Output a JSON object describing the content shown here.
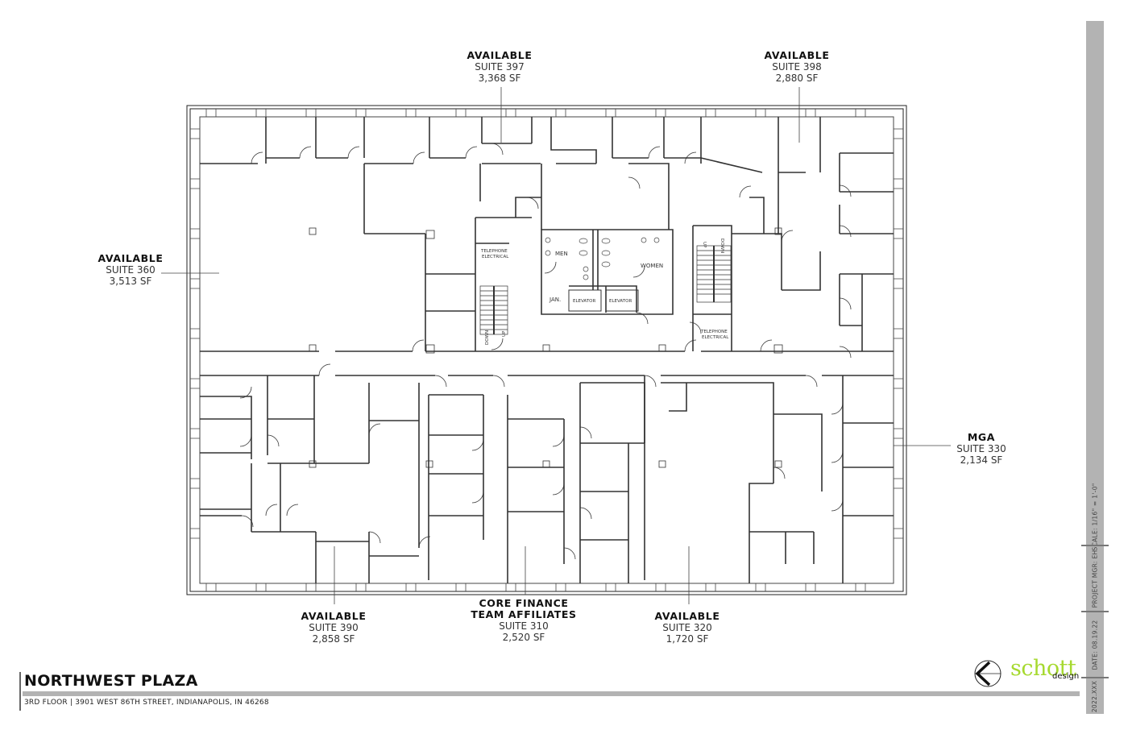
{
  "title_block": {
    "building": "NORTHWEST PLAZA",
    "address": "3RD FLOOR | 3901 WEST 86TH STREET, INDIANAPOLIS, IN 46268"
  },
  "logo": {
    "word": "schott",
    "sub": "design",
    "accent_color": "#a6d92f"
  },
  "sidebar": {
    "scale": "SCALE: 1/16\" = 1'-0\"",
    "project_mgr": "PROJECT MGR: EH",
    "date": "DATE: 08.19.22",
    "job": "2022.XXX"
  },
  "suites": [
    {
      "id": "397",
      "tenant": "AVAILABLE",
      "suite": "SUITE 397",
      "sf": "3,368 SF"
    },
    {
      "id": "398",
      "tenant": "AVAILABLE",
      "suite": "SUITE 398",
      "sf": "2,880 SF"
    },
    {
      "id": "360",
      "tenant": "AVAILABLE",
      "suite": "SUITE 360",
      "sf": "3,513 SF"
    },
    {
      "id": "330",
      "tenant": "MGA",
      "suite": "SUITE 330",
      "sf": "2,134 SF"
    },
    {
      "id": "390",
      "tenant": "AVAILABLE",
      "suite": "SUITE 390",
      "sf": "2,858 SF"
    },
    {
      "id": "310",
      "tenant": "CORE FINANCE",
      "tenant2": "TEAM AFFILIATES",
      "suite": "SUITE 310",
      "sf": "2,520 SF"
    },
    {
      "id": "320",
      "tenant": "AVAILABLE",
      "suite": "SUITE 320",
      "sf": "1,720 SF"
    }
  ],
  "core_rooms": {
    "men": "MEN",
    "women": "WOMEN",
    "jan": "JAN.",
    "elevator1": "ELEVATOR",
    "elevator2": "ELEVATOR",
    "tel1_a": "TELEPHONE",
    "tel1_b": "ELECTRICAL",
    "tel2_a": "TELEPHONE",
    "tel2_b": "ELECTRICAL",
    "stair_w_up": "UP",
    "stair_w_down": "DOWN",
    "stair_e_up": "UP",
    "stair_e_down": "DOWN"
  }
}
